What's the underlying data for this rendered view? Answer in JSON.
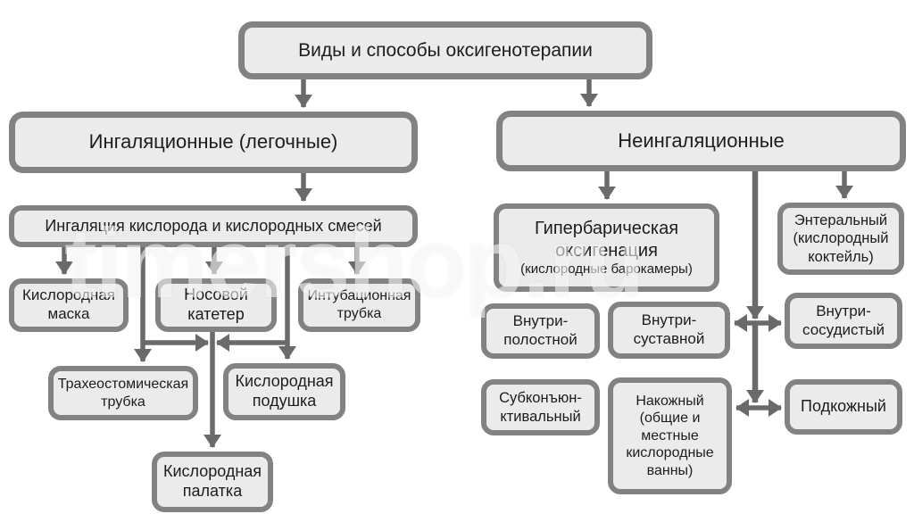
{
  "diagram": {
    "title": "Виды и способы оксигенотерапии",
    "watermark": "timershop.ru",
    "colors": {
      "box_fill": "#ebebeb",
      "box_border": "#828282",
      "connector": "#6a6a6a",
      "text": "#1d1d1d",
      "background": "#ffffff"
    },
    "nodes": {
      "root": "Виды и способы оксигенотерапии",
      "inhalation": "Ингаляционные (легочные)",
      "non_inhalation": "Неингаляционные",
      "inhalation_mix": "Ингаляция кислорода и кислородных смесей",
      "oxygen_mask": "Кислородная\nмаска",
      "nasal_catheter": "Носовой\nкатетер",
      "intubation_tube": "Интубационная\nтрубка",
      "tracheostomy_tube": "Трахеостомическая\nтрубка",
      "oxygen_pillow": "Кислородная\nподушка",
      "oxygen_tent": "Кислородная\nпалатка",
      "hyperbaric_title": "Гипербарическая\nоксигенация",
      "hyperbaric_subtitle": "(кислородные барокамеры)",
      "enteral": "Энтеральный\n(кислородный\nкоктейль)",
      "intracavitary": "Внутри-\nполостной",
      "intraarticular": "Внутри-\nсуставной",
      "intravascular": "Внутри-\nсосудистый",
      "subconjunctival": "Субконъюн-\nктивальный",
      "cutaneous": "Накожный\n(общие и\nместные\nкислородные\nванны)",
      "subcutaneous": "Подкожный"
    }
  }
}
